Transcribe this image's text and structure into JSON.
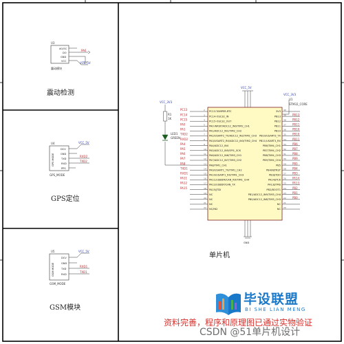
{
  "panels": {
    "vibration": {
      "title": "震动检测"
    },
    "gps": {
      "title": "GPS定位"
    },
    "gsm": {
      "title": "GSM模块"
    },
    "mcu": {
      "title": "单片机"
    }
  },
  "vibration_module": {
    "ref": "U3",
    "name": "震动模块",
    "pins": [
      "AO/SC",
      "DO",
      "GND",
      "VCC"
    ],
    "nets": {
      "do": "PA6",
      "vcc": "VCC_5V"
    }
  },
  "gps_module": {
    "ref": "U4",
    "name": "GPS_MODE",
    "body_label": "GPS MODE",
    "pins": [
      "DCV",
      "GND",
      "TXD",
      "RXD",
      "PPS"
    ],
    "nets": {
      "vcc": "VCC_5V",
      "txd": "RXD2",
      "rxd": "TXD2"
    }
  },
  "gsm_module": {
    "ref": "U5",
    "name": "GSM_MODE",
    "body_label": "GSM MODE",
    "pins": [
      "DCV",
      "GND",
      "TXD",
      "RXD"
    ],
    "nets": {
      "vcc": "VCC_5V",
      "txd": "RXD1",
      "rxd": "TXD1"
    }
  },
  "led": {
    "resistor_ref": "R1",
    "resistor_value": "1K",
    "led_ref": "LED1",
    "led_color": "GREEN",
    "supply": "VCC_3V3"
  },
  "mcu": {
    "ref": "U1",
    "name": "STM32_CORE",
    "top_supply": "VCC_5V",
    "right_supply": "VCC_3V3",
    "ground": "GND",
    "left_pins": [
      {
        "num": "2",
        "name": "PC13-TAMPER-RTC",
        "net": "PC13"
      },
      {
        "num": "3",
        "name": "PC14-OSC32_IN",
        "net": "PC14"
      },
      {
        "num": "4",
        "name": "PC15-OSC32_OUT",
        "net": "PC15"
      },
      {
        "num": "5",
        "name": "PA0-WKUP/ADC12_IN0/TIM2_CH1",
        "net": "PA0"
      },
      {
        "num": "6",
        "name": "PA1/ADC12_IN1/TIM2_CH2",
        "net": "PA1"
      },
      {
        "num": "7",
        "name": "PA2/USART2_TX/ADC12_IN2/TIM2_CH3",
        "net": "TXD2"
      },
      {
        "num": "8",
        "name": "PA3/USART2_RX/ADC12_IN3/TIM2_CH4",
        "net": "RXD2"
      },
      {
        "num": "9",
        "name": "PA4/ADC12_IN4",
        "net": "PA4"
      },
      {
        "num": "10",
        "name": "PA5/ADC12_IN5/SPI1_SCK",
        "net": "PA5"
      },
      {
        "num": "11",
        "name": "PA6/ADC12_IN6/TIM3_CH1",
        "net": "PA6"
      },
      {
        "num": "12",
        "name": "PA7/ADC12_IN7/TIM3_CH2",
        "net": "PA7"
      },
      {
        "num": "13",
        "name": "PA8/TIM1_CH1",
        "net": "PA8"
      },
      {
        "num": "14",
        "name": "PA9/USART1_TX/TIM1_CH2",
        "net": "TXD1"
      },
      {
        "num": "15",
        "name": "PA10/USART1_RX/TIM1_CH3",
        "net": "RXD1"
      },
      {
        "num": "16",
        "name": "PA11/USBDM/CAN_RX/TIM1_CH4",
        "net": "PA11"
      },
      {
        "num": "17",
        "name": "PA12/USBDP/CAN_TX",
        "net": "PA12"
      },
      {
        "num": "18",
        "name": "PA15/JTDI",
        "net": "PA15"
      },
      {
        "num": "19",
        "name": "NC",
        "net": ""
      },
      {
        "num": "20",
        "name": "NC",
        "net": ""
      },
      {
        "num": "21",
        "name": "NC",
        "net": ""
      },
      {
        "num": "22",
        "name": "NC/IN2",
        "net": ""
      }
    ],
    "right_pins": [
      {
        "num": "40",
        "name": "3V3",
        "net": ""
      },
      {
        "num": "39",
        "name": "PB13",
        "net": "PB13"
      },
      {
        "num": "38",
        "name": "PB12",
        "net": "PB12"
      },
      {
        "num": "37",
        "name": "PB11",
        "net": "PB11"
      },
      {
        "num": "36",
        "name": "PB10",
        "net": "PB10"
      },
      {
        "num": "35",
        "name": "PB10/USART3_TX",
        "net": "PB10"
      },
      {
        "num": "34",
        "name": "PB11/USART3_RX",
        "net": "PB11"
      },
      {
        "num": "33",
        "name": "PB6/TIM4_CH1",
        "net": "PB6"
      },
      {
        "num": "32",
        "name": "PB7/TIM4_CH2",
        "net": "PB7"
      },
      {
        "num": "31",
        "name": "PB8/TIM4_CH3",
        "net": "PB8"
      },
      {
        "num": "30",
        "name": "PB9/TIM4_CH4",
        "net": "PB9"
      },
      {
        "num": "29",
        "name": "PB5",
        "net": "PB5"
      },
      {
        "num": "28",
        "name": "PB4/NJTRST",
        "net": "PB4"
      },
      {
        "num": "27",
        "name": "PB3/JTDO",
        "net": "PB3"
      },
      {
        "num": "26",
        "name": "PA14/JTCK",
        "net": "PA14"
      },
      {
        "num": "25",
        "name": "PA13/JTMS",
        "net": "PA13"
      },
      {
        "num": "24",
        "name": "PB2/BOOT1",
        "net": "PB2"
      },
      {
        "num": "23",
        "name": "PB1/ADC12_IN9/TIM3_CH4",
        "net": "PB1"
      },
      {
        "num": "22",
        "name": "PB0/ADC12_IN8/TIM3_CH3",
        "net": "PB0"
      },
      {
        "num": "21",
        "name": "NC",
        "net": ""
      },
      {
        "num": "20",
        "name": "NC",
        "net": ""
      }
    ]
  },
  "branding": {
    "logo_name": "毕设联盟",
    "logo_pinyin": "BI SHE LIAN MENG",
    "footer_note": "资料完善，程序和原理图已通过实物验证",
    "watermark": "CSDN @51单片机设计"
  },
  "colors": {
    "border": "#000000",
    "net_red": "#c0282c",
    "net_blue": "#2a3bb5",
    "component": "#333333",
    "mcu_fill": "#fff9c4",
    "led_fill": "#1b5e20",
    "brand_blue": "#1a78c8",
    "note_red": "#d8302b"
  }
}
